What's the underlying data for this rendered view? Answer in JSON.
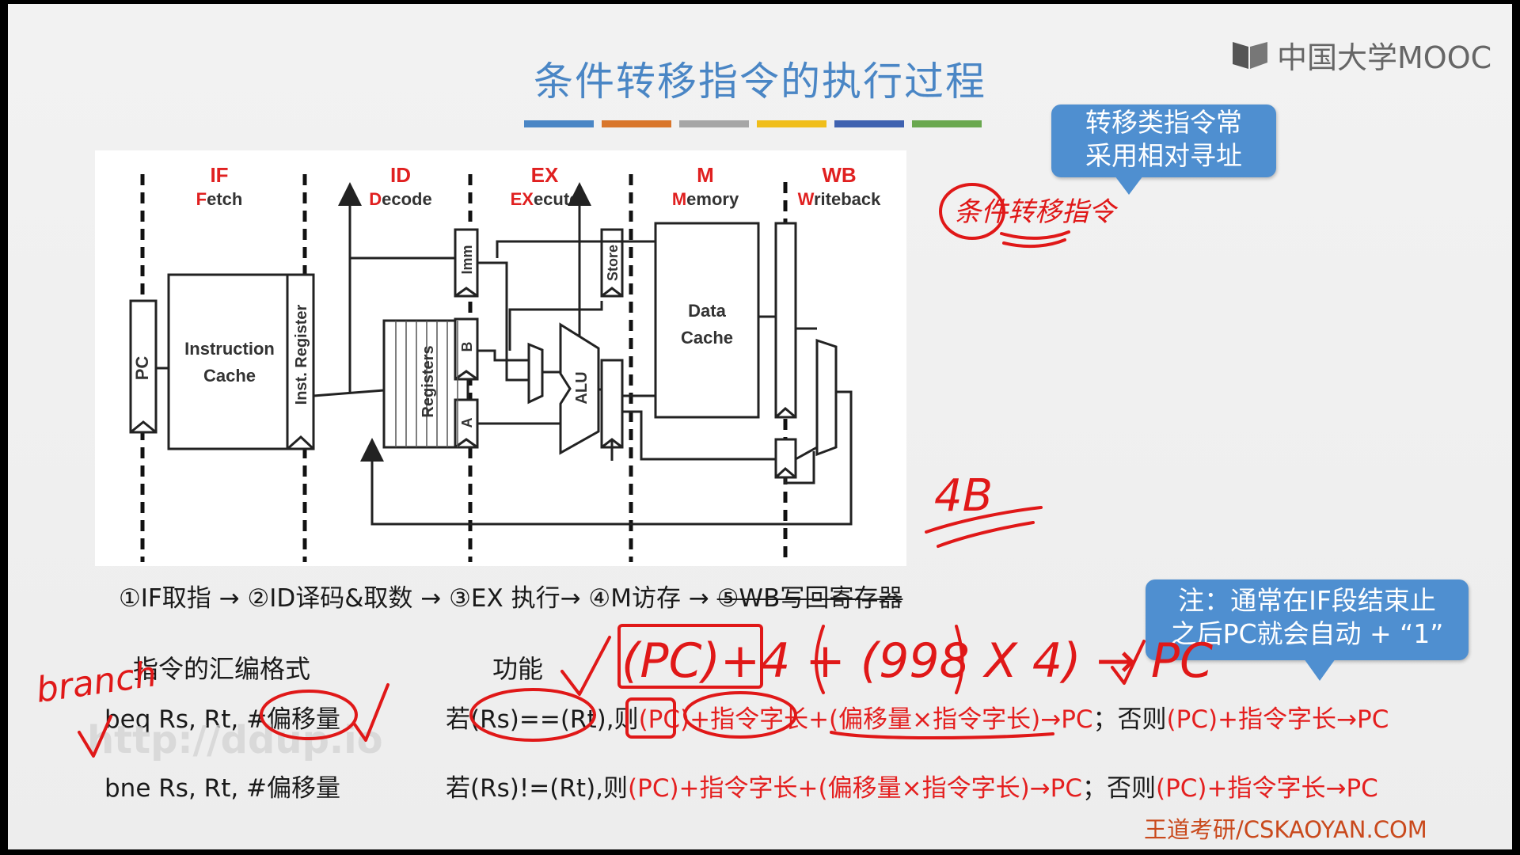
{
  "title": "条件转移指令的执行过程",
  "logo": {
    "text": "中国大学MOOC"
  },
  "colors": {
    "bar": [
      "#4a86c5",
      "#d9762b",
      "#a6a6a6",
      "#f0be1b",
      "#3f62b0",
      "#6aa84f"
    ],
    "title": "#4a86c5",
    "annotation": "#e01818"
  },
  "diagram": {
    "stages": [
      {
        "code": "IF",
        "name_first": "F",
        "name_rest": "etch"
      },
      {
        "code": "ID",
        "name_first": "D",
        "name_rest": "ecode"
      },
      {
        "code": "EX",
        "name_first": "EX",
        "name_rest": "ecute"
      },
      {
        "code": "M",
        "name_first": "M",
        "name_rest": "emory"
      },
      {
        "code": "WB",
        "name_first": "W",
        "name_rest": "riteback"
      }
    ],
    "pc": "PC",
    "icache_line1": "Instruction",
    "icache_line2": "Cache",
    "ir": "Inst. Register",
    "registers": "Registers",
    "imm": "Imm",
    "b": "B",
    "a": "A",
    "store": "Store",
    "alu": "ALU",
    "dcache_line1": "Data",
    "dcache_line2": "Cache"
  },
  "bubble_top": {
    "line1": "转移类指令常",
    "line2": "采用相对寻址"
  },
  "bubble_note": {
    "line1": "注：通常在IF段结束止",
    "line2": "之后PC就会自动 + “1”"
  },
  "steps": {
    "s1": "①IF取指 → ②ID译码&取数 → ③EX 执行→ ④M访存 → ",
    "s5": "⑤WB写回寄存器"
  },
  "table": {
    "header_format": "指令的汇编格式",
    "header_function": "功能",
    "beq_format": "beq Rs, Rt, #偏移量",
    "bne_format": "bne Rs, Rt, #偏移量",
    "beq_cond": "若(Rs)==(Rt),则",
    "bne_cond": "若(Rs)!=(Rt),则",
    "then_red": "(PC)+指令字长+(偏移量×指令字长)→PC",
    "else_text": "；否则",
    "else_red": "(PC)+指令字长→PC"
  },
  "handwriting": {
    "cond_branch": "条件转移指令",
    "four_b": "4B",
    "branch": "branch",
    "formula": "(PC)+4 + (998 X 4) → PC"
  },
  "watermark": "http://ddup.io",
  "credit": "王道考研/CSKAOYAN.COM"
}
